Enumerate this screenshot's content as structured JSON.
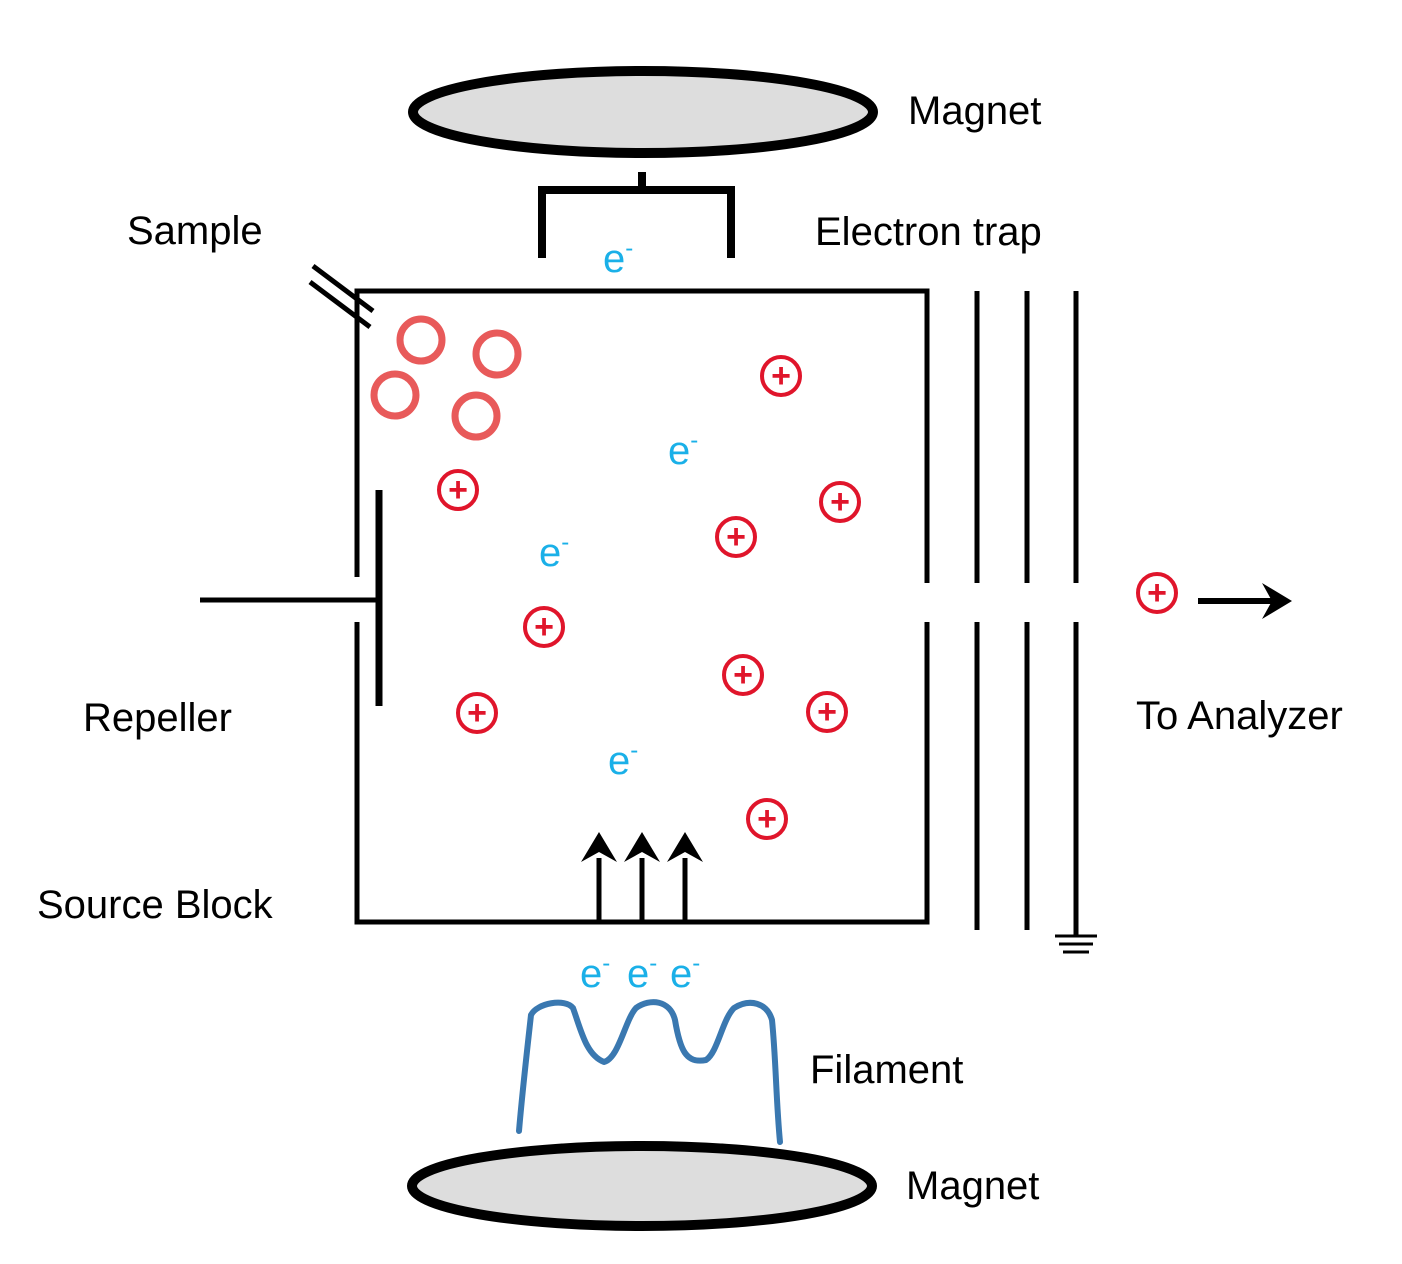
{
  "labels": {
    "magnet_top": "Magnet",
    "magnet_bottom": "Magnet",
    "electron_trap": "Electron trap",
    "sample": "Sample",
    "repeller": "Repeller",
    "source_block": "Source Block",
    "filament": "Filament",
    "to_analyzer": "To Analyzer"
  },
  "symbols": {
    "electron_base": "e",
    "electron_sup": "-",
    "cation": "+"
  },
  "colors": {
    "ion": "#e0152b",
    "molecule": "#e85a5a",
    "electron": "#1ab0e8",
    "filament": "#3a78b0",
    "magnet_fill": "#dddddd",
    "line": "#000000"
  }
}
